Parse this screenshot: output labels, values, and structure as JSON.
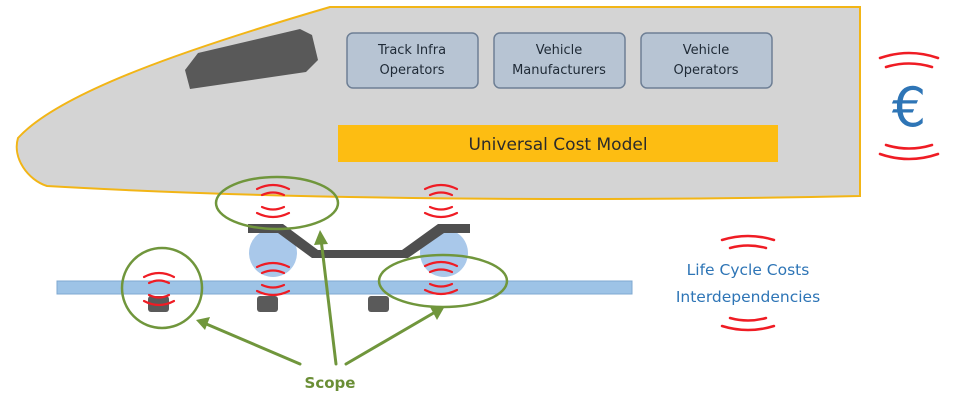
{
  "stakeholders": [
    {
      "line1": "Track Infra",
      "line2": "Operators"
    },
    {
      "line1": "Vehicle",
      "line2": "Manufacturers"
    },
    {
      "line1": "Vehicle",
      "line2": "Operators"
    }
  ],
  "cost_model_label": "Universal Cost Model",
  "currency_symbol": "€",
  "lcc": {
    "line1": "Life Cycle Costs",
    "line2": "Interdependencies"
  },
  "scope_label": "Scope",
  "colors": {
    "train_body": "#d4d4d4",
    "train_outline": "#f2b516",
    "window": "#595959",
    "stakeholder_box": "#b7c4d3",
    "stakeholder_border": "#6e7f95",
    "cost_model_bar": "#fdbd12",
    "wheel": "#a9c8ea",
    "bogie_frame": "#4f4f4f",
    "rail": "#9dc3e6",
    "signal_wave": "#ef1c24",
    "scope": "#70963c",
    "text_blue": "#2e75b6"
  }
}
